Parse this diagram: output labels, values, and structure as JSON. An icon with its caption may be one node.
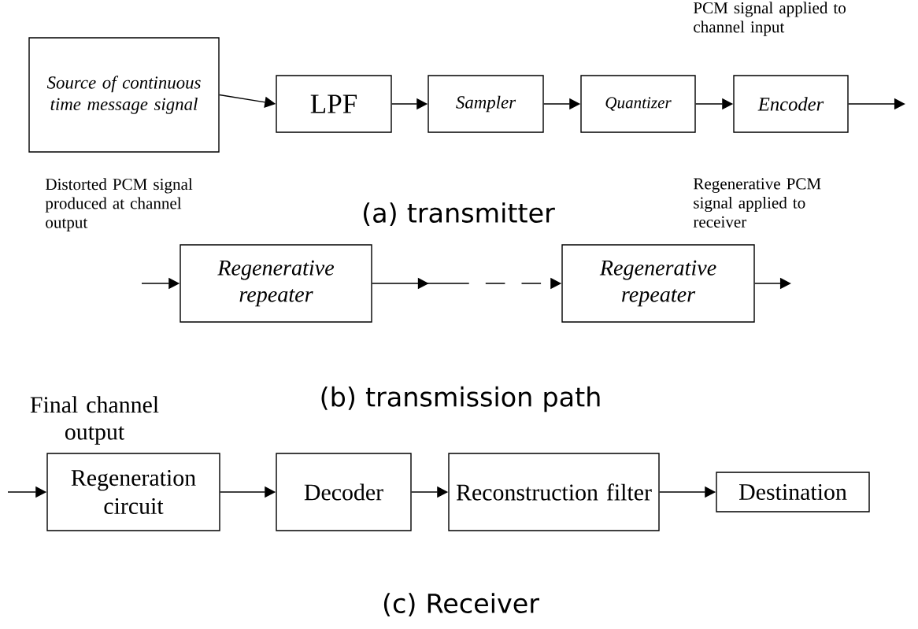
{
  "diagram": {
    "nodes": [
      {
        "text": [
          "Source of continuous time message signal"
        ]
      },
      {
        "text": [
          "LPF"
        ]
      },
      {
        "text": [
          "Sampler"
        ]
      },
      {
        "text": [
          "Quantizer"
        ]
      },
      {
        "text": [
          "Encoder"
        ]
      },
      {
        "text": [
          "Regenerative repeater"
        ]
      },
      {
        "text": [
          "Regenerative repeater"
        ]
      },
      {
        "text": [
          "Regeneration circuit"
        ]
      },
      {
        "text": [
          "Decoder"
        ]
      },
      {
        "text": [
          "Reconstruction filter"
        ]
      },
      {
        "text": [
          "Destination"
        ]
      }
    ],
    "edges": [
      {
        "from": 0,
        "to": 1,
        "arrow": "to"
      },
      {
        "from": 1,
        "to": 2,
        "arrow": "to"
      },
      {
        "from": 2,
        "to": 3,
        "arrow": "to"
      },
      {
        "from": 3,
        "to": 4,
        "arrow": "to"
      },
      {
        "from": 4,
        "to": null,
        "arrow": "to"
      },
      {
        "from": null,
        "to": 5,
        "arrow": "to"
      },
      {
        "from": 5,
        "to": 6,
        "arrow": "to",
        "style": "dashed"
      },
      {
        "from": 6,
        "to": null,
        "arrow": "to"
      },
      {
        "from": null,
        "to": 7,
        "arrow": "to"
      },
      {
        "from": 7,
        "to": 8,
        "arrow": "to"
      },
      {
        "from": 8,
        "to": 9,
        "arrow": "to"
      },
      {
        "from": 9,
        "to": 10,
        "arrow": "to"
      }
    ],
    "labels": [
      "PCM signal applied to channel input",
      "Distorted PCM signal produced at channel output",
      "(a) transmitter",
      "Regenerative PCM signal applied to receiver",
      "Final channel output",
      "(b) transmission path",
      "(c) Receiver"
    ]
  }
}
